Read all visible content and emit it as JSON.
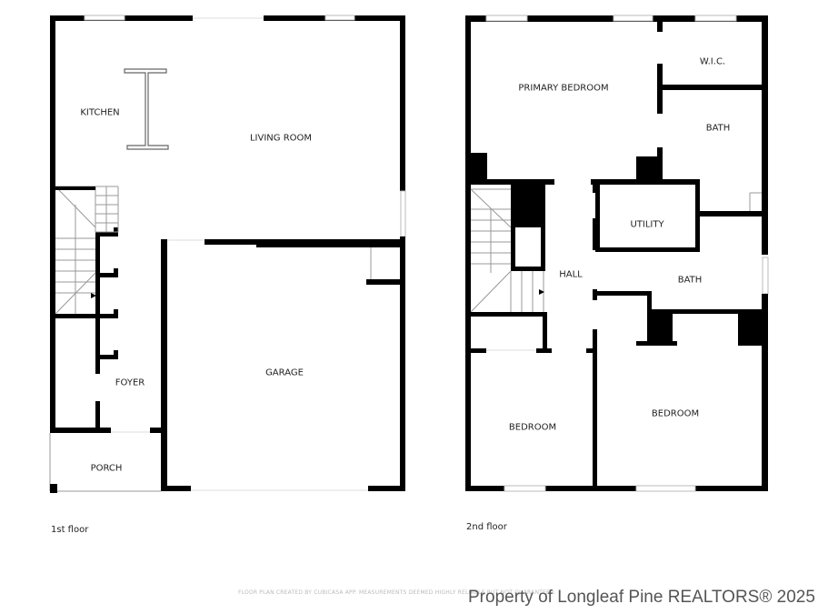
{
  "floors": [
    {
      "label": "1st floor",
      "rooms": [
        "KITCHEN",
        "LIVING ROOM",
        "FOYER",
        "GARAGE",
        "PORCH"
      ]
    },
    {
      "label": "2nd floor",
      "rooms": [
        "PRIMARY BEDROOM",
        "W.I.C.",
        "BATH",
        "UTILITY",
        "HALL",
        "BATH",
        "BEDROOM",
        "BEDROOM"
      ]
    }
  ],
  "disclaimer": "FLOOR PLAN CREATED BY CUBICASA APP. MEASUREMENTS DEEMED HIGHLY RELIABLE BUT NOT GUARANTEED.",
  "watermark": "Property of Longleaf Pine REALTORS® 2025",
  "colors": {
    "wall": "#000000",
    "window": "#bbbbbb",
    "text": "#222222"
  }
}
